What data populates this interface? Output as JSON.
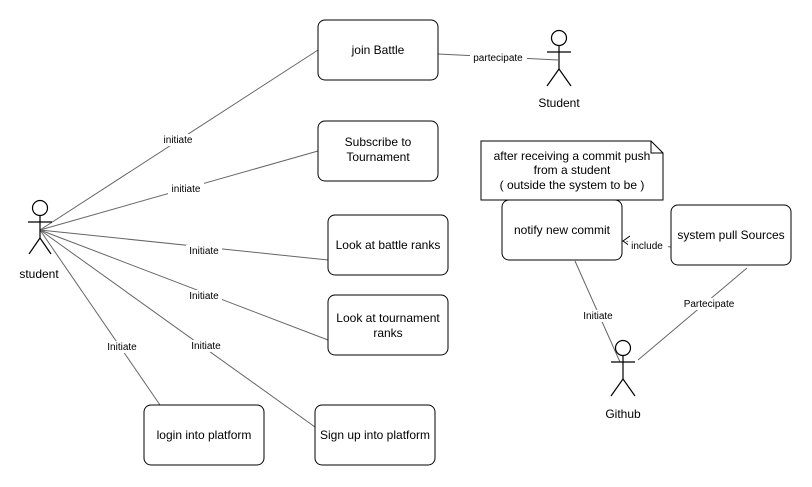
{
  "actors": {
    "student": "student",
    "student_top": "Student",
    "github": "Github"
  },
  "usecases": {
    "join_battle": "join Battle",
    "subscribe_line1": "Subscribe to",
    "subscribe_line2": "Tournament",
    "battle_ranks": "Look at battle ranks",
    "tournament_ranks_line1": "Look at tournament",
    "tournament_ranks_line2": "ranks",
    "login": "login into platform",
    "signup": "Sign up into platform",
    "notify": "notify new commit",
    "pull": "system pull Sources"
  },
  "note": {
    "line1": "after receiving a commit push",
    "line2": "from a student",
    "line3": "( outside the system to be )"
  },
  "labels": {
    "partecipate": "partecipate",
    "initiate_join": "initiate",
    "initiate_subscribe": "initiate",
    "initiate_battle": "Initiate",
    "initiate_tournament": "Initiate",
    "initiate_signup": "Initiate",
    "initiate_login": "Initiate",
    "initiate_github": "Initiate",
    "include": "include",
    "partecipate_github": "Partecipate"
  }
}
